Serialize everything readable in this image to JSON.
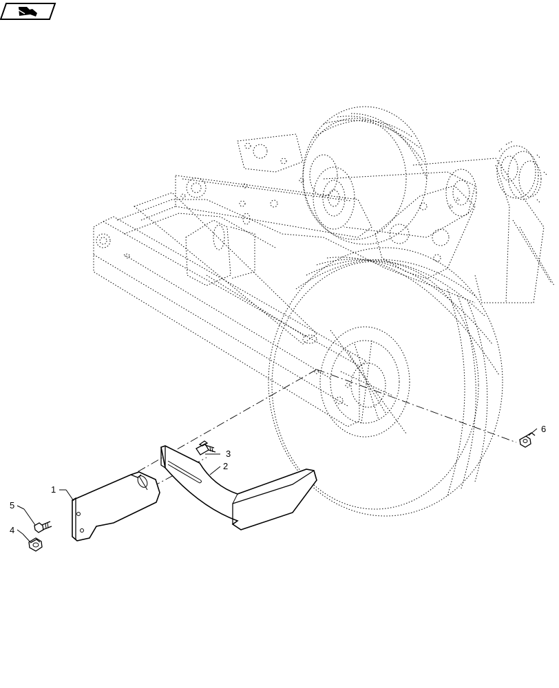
{
  "diagram": {
    "badge_icon": "reference-page-icon",
    "callouts": [
      {
        "id": "1",
        "label": "1"
      },
      {
        "id": "2",
        "label": "2"
      },
      {
        "id": "3",
        "label": "3"
      },
      {
        "id": "4",
        "label": "4"
      },
      {
        "id": "5",
        "label": "5"
      },
      {
        "id": "6",
        "label": "6"
      }
    ]
  }
}
